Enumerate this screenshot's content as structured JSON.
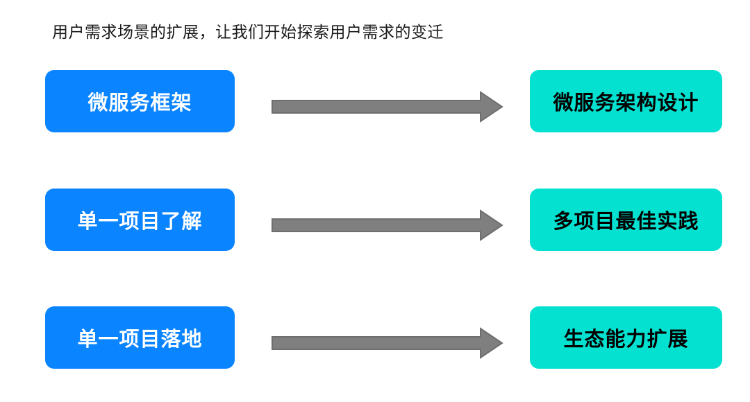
{
  "page": {
    "title": "用户需求场景的扩展，让我们开始探索用户需求的变迁"
  },
  "colors": {
    "page_bg": "#ffffff",
    "title_text": "#1a1a1a",
    "left_box": "#0a84ff",
    "left_text": "#ffffff",
    "right_box": "#04e1d1",
    "right_text": "#000000",
    "arrow_fill": "#7f7f7f",
    "arrow_stroke": "#6e6e6e"
  },
  "icons": {
    "arrow": "right-arrow-icon"
  },
  "rows": [
    {
      "left": "微服务框架",
      "right": "微服务架构设计"
    },
    {
      "left": "单一项目了解",
      "right": "多项目最佳实践"
    },
    {
      "left": "单一项目落地",
      "right": "生态能力扩展"
    }
  ]
}
